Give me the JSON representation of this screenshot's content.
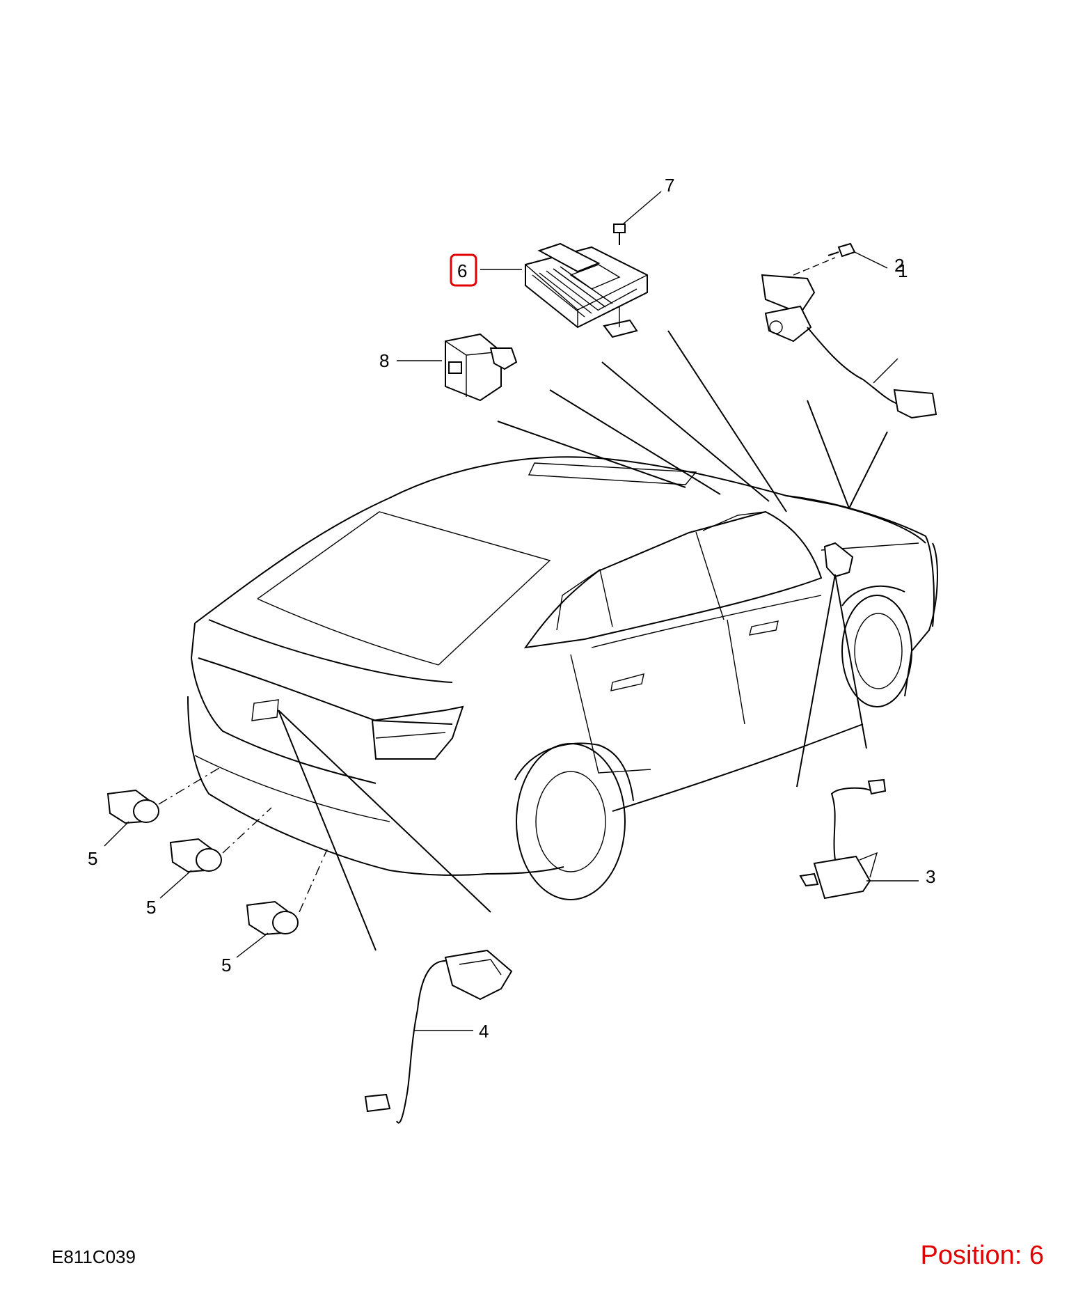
{
  "diagram_ref": "E811C039",
  "position_label": "Position: 6",
  "highlight_color": "#e00000",
  "callouts": {
    "c1": "1",
    "c2": "2",
    "c3": "3",
    "c4": "4",
    "c5a": "5",
    "c5b": "5",
    "c5c": "5",
    "c6": "6",
    "c7": "7",
    "c8": "8"
  },
  "selected_callout": "6"
}
